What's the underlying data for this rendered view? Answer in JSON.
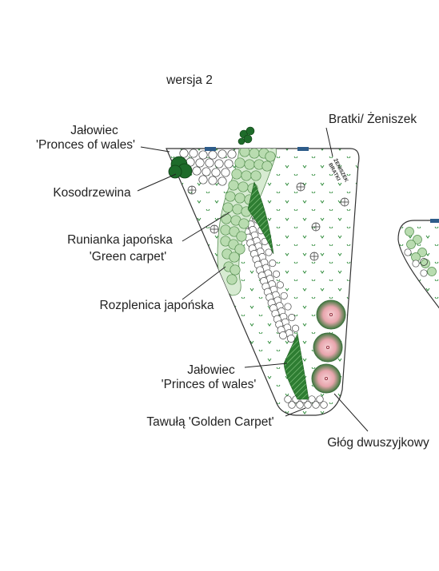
{
  "version_label": "wersja 2",
  "labels": {
    "jalowiec_top_line1": "Jałowiec",
    "jalowiec_top_line2": "'Pronces of wales'",
    "kosodrzewina": "Kosodrzewina",
    "runianka_line1": "Runianka japońska",
    "runianka_line2": "'Green carpet'",
    "rozplenica": "Rozplenica japońska",
    "jalowiec_bottom_line1": "Jałowiec",
    "jalowiec_bottom_line2": "'Princes of wales'",
    "tawula": "Tawułą 'Golden Carpet'",
    "bratki": "Bratki/ Żeniszek",
    "glog": "Głóg dwuszyjkowy",
    "rotated_tag_line1": "ŻENISZEK",
    "rotated_tag_line2": "BRATKI"
  },
  "colors": {
    "dark_green": "#2e7d32",
    "light_green": "#b9dcb0",
    "pale_green_fill": "#ddeedd",
    "ground_symbol": "#2e8b3a",
    "pink": "#e8a5ad",
    "accent_blue": "#2e5c8a"
  },
  "icons": [
    "tree-symbol-icon",
    "shrub-pink-icon",
    "grass-mark-icon",
    "pebble-icon"
  ]
}
